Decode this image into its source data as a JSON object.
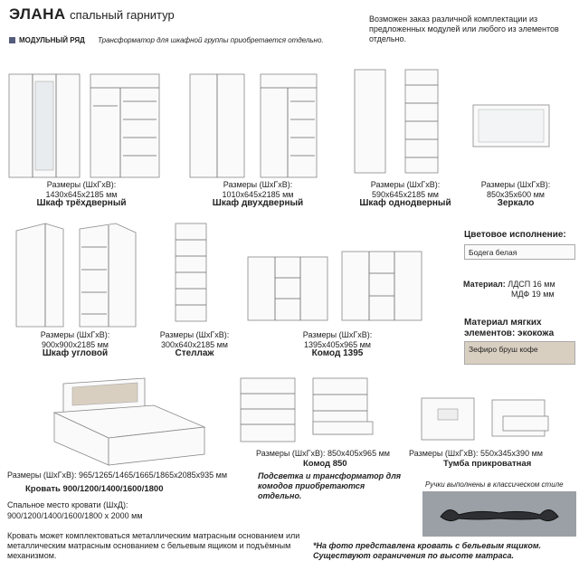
{
  "header": {
    "title": "ЭЛАНА",
    "subtitle": "спальный гарнитур",
    "note": "Возможен заказ различной комплектации из предложенных модулей или любого из элементов отдельно.",
    "section_label": "МОДУЛЬНЫЙ РЯД",
    "transformer_note": "Трансформатор для шкафной группы приобретается отдельно."
  },
  "products": {
    "wardrobe3": {
      "size_label": "Размеры (ШхГхВ):",
      "size": "1430х645х2185 мм",
      "name": "Шкаф трёхдверный"
    },
    "wardrobe2": {
      "size_label": "Размеры (ШхГхВ):",
      "size": "1010х645х2185 мм",
      "name": "Шкаф двухдверный"
    },
    "wardrobe1": {
      "size_label": "Размеры (ШхГхВ):",
      "size": "590х645х2185 мм",
      "name": "Шкаф однодверный"
    },
    "mirror": {
      "size_label": "Размеры (ШхГхВ):",
      "size": "850х35х600 мм",
      "name": "Зеркало"
    },
    "corner": {
      "size_label": "Размеры (ШхГхВ):",
      "size": "900х900х2185 мм",
      "name": "Шкаф угловой"
    },
    "shelf": {
      "size_label": "Размеры (ШхГхВ):",
      "size": "300х640х2185 мм",
      "name": "Стеллаж"
    },
    "dresser1395": {
      "size_label": "Размеры (ШхГхВ):",
      "size": "1395х405х965 мм",
      "name": "Комод 1395"
    },
    "bed": {
      "size_text": "Размеры (ШхГхВ): 965/1265/1465/1665/1865х2085х935 мм",
      "name": "Кровать 900/1200/1400/1600/1800",
      "sleep_label": "Спальное место кровати (ШхД):",
      "sleep_size": "900/1200/1400/1600/1800 х 2000 мм",
      "frame_note": "Кровать может комплектоваться металлическим матрасным основанием или металлическим матрасным основанием с бельевым ящиком и подъёмным механизмом."
    },
    "dresser850": {
      "size_text": "Размеры (ШхГхВ): 850х405х965 мм",
      "name": "Комод 850",
      "note": "Подсветка и трансформатор для комодов приобретаются отдельно."
    },
    "nightstand": {
      "size_text": "Размеры (ШхГхВ): 550х345х390 мм",
      "name": "Тумба прикроватная"
    }
  },
  "side": {
    "color_title": "Цветовое исполнение:",
    "color_value": "Бодега белая",
    "material_label": "Материал:",
    "material_1": "ЛДСП 16 мм",
    "material_2": "МДФ 19 мм",
    "soft_title_1": "Материал мягких",
    "soft_title_2": "элементов: экокожа",
    "soft_value": "Зефиро бруш кофе",
    "handles_note": "Ручки выполнены в классическом стиле"
  },
  "footnote": "*На фото представлена кровать с бельевым ящиком. Существуют ограничения по высоте матраса.",
  "colors": {
    "accent_square": "#555b7a",
    "soft_swatch": "#d9cfc1",
    "handle_bg": "#9aa0a6"
  }
}
